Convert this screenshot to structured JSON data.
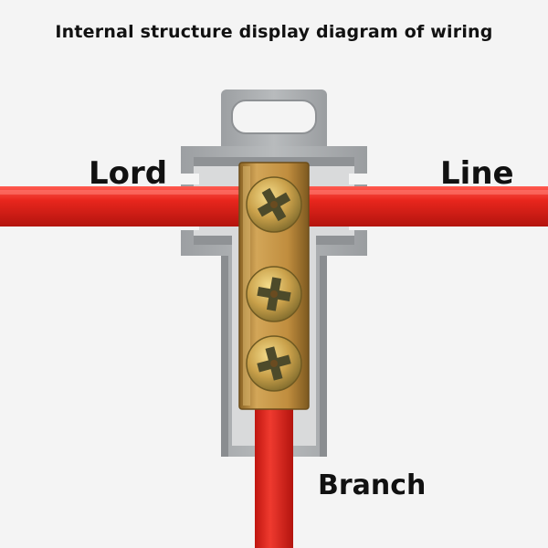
{
  "title": "Internal structure display diagram of wiring",
  "labels": {
    "lord": "Lord",
    "line": "Line",
    "branch": "Branch"
  },
  "colors": {
    "background": "#f4f4f4",
    "wire": "#e02a22",
    "housing": "#a9acae",
    "brass": "#c99a4c",
    "screw": "#d8b35c"
  }
}
